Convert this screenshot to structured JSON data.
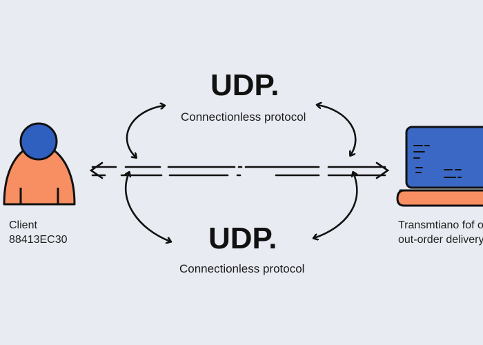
{
  "diagram": {
    "top_protocol": {
      "name": "UDP.",
      "description": "Connectionless protocol"
    },
    "bottom_protocol": {
      "name": "UDP.",
      "description": "Connectionless protocol"
    },
    "client": {
      "title": "Client",
      "id": "88413EC30"
    },
    "server": {
      "line1": "Transmtiano fof o",
      "line2": "out-order delivery"
    }
  },
  "colors": {
    "background": "#e8ebf1",
    "client_head": "#2f5fbf",
    "client_body": "#f78f62",
    "laptop_screen": "#3a68c4",
    "laptop_base": "#f78f62",
    "stroke": "#111111"
  }
}
